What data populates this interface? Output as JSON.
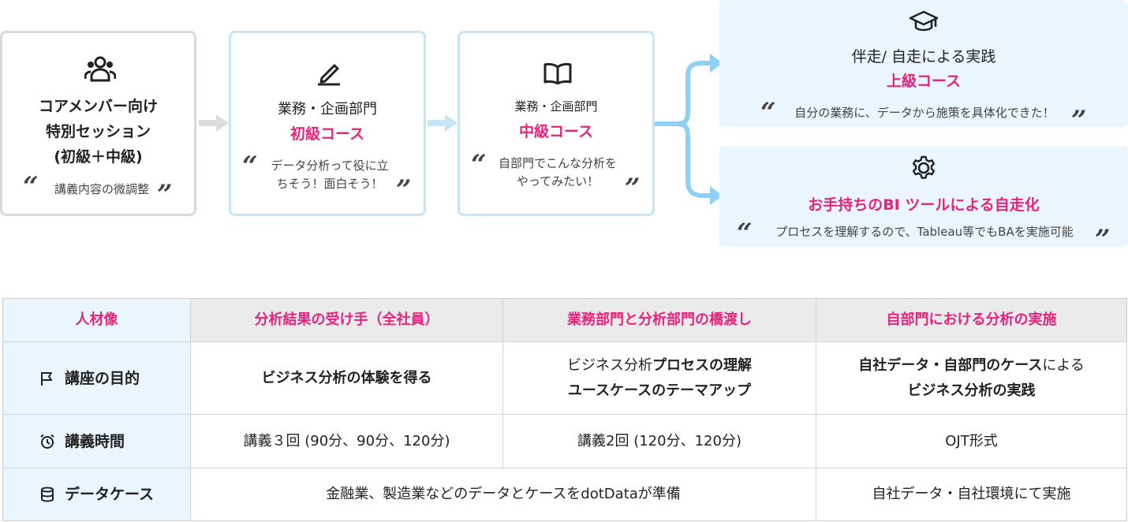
{
  "flow": {
    "box1": {
      "title_lines": [
        "コアメンバー向け",
        "特別セッション",
        "(初級＋中級)"
      ],
      "quote": "講義内容の微調整",
      "icon": "group-icon"
    },
    "box2": {
      "subtitle": "業務・企画部門",
      "course": "初級コース",
      "quote_lines": [
        "データ分析って役に立",
        "ちそう！面白そう！"
      ],
      "icon": "pencil-icon"
    },
    "box3": {
      "subtitle": "業務・企画部門",
      "course": "中級コース",
      "quote_lines": [
        "自部門でこんな分析を",
        "やってみたい！"
      ],
      "icon": "book-icon"
    },
    "panel1": {
      "subtitle": "伴走/ 自走による実践",
      "course": "上級コース",
      "quote": "自分の業務に、データから施策を具体化できた！",
      "icon": "graduation-cap-icon"
    },
    "panel2": {
      "course": "お手持ちのBI ツールによる自走化",
      "quote": "プロセスを理解するので、Tableau等でもBAを実施可能",
      "icon": "gear-icon"
    }
  },
  "table": {
    "headers": [
      "人材像",
      "分析結果の受け手（全社員）",
      "業務部門と分析部門の橋渡し",
      "自部門における分析の実施"
    ],
    "rows": [
      {
        "label": "講座の目的",
        "icon": "flag-icon",
        "c1": "ビジネス分析の体験を得る",
        "c2_line1_plain": "ビジネス分析",
        "c2_line1_bold": "プロセスの理解",
        "c2_line2": "ユースケースのテーマアップ",
        "c3_line1_bold": "自社データ・自部門のケース",
        "c3_line1_plain": "による",
        "c3_line2": "ビジネス分析の実践"
      },
      {
        "label": "講義時間",
        "icon": "alarm-clock-icon",
        "c1": "講義３回 (90分、90分、120分)",
        "c2": "講義2回 (120分、120分)",
        "c3": "OJT形式"
      },
      {
        "label": "データケース",
        "icon": "database-icon",
        "c12": "金融業、製造業などのデータとケースをdotDataが準備",
        "c3": "自社データ・自社環境にて実施"
      }
    ]
  },
  "colors": {
    "accent_pink": "#e6237d",
    "light_blue": "#eaf5fd",
    "blue_border": "#c6e5f9",
    "arrow_blue": "#8fd0f5",
    "gray_border": "#d9d9d9"
  }
}
